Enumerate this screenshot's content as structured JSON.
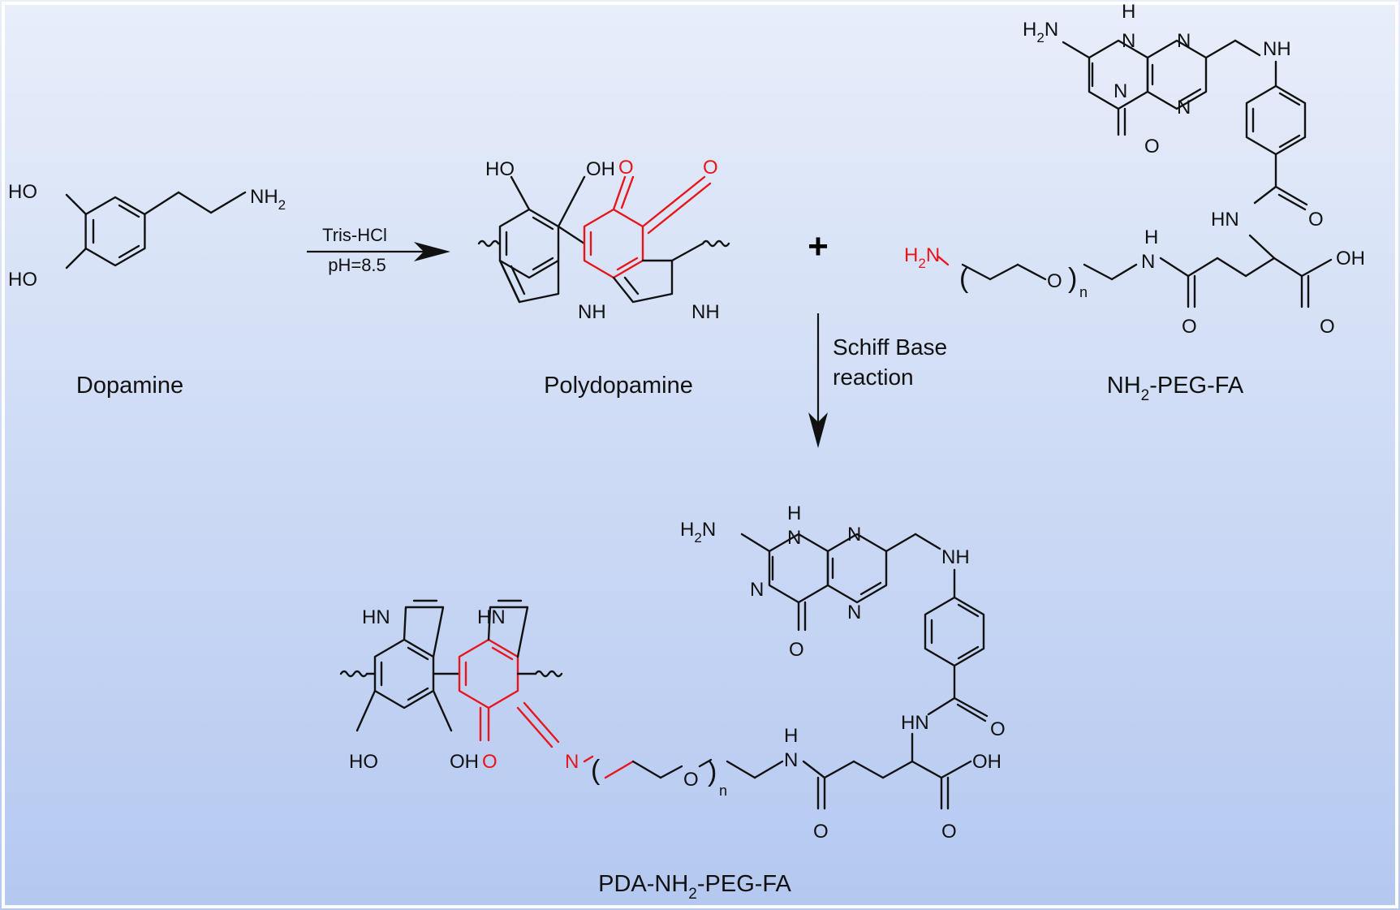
{
  "labels": {
    "dopamine": "Dopamine",
    "polydopamine": "Polydopamine",
    "nh2_peg_fa": {
      "pre": "NH",
      "sub": "2",
      "post": "-PEG-FA"
    },
    "pda_nh2_peg_fa": {
      "pre": "PDA-NH",
      "sub": "2",
      "post": "-PEG-FA"
    },
    "plus": "+"
  },
  "conditions": {
    "step1_top": "Tris-HCl",
    "step1_bottom": "pH=8.5",
    "step2_line1": "Schiff Base",
    "step2_line2": "reaction"
  },
  "atoms": {
    "HO": "HO",
    "OH": "OH",
    "O": "O",
    "N": "N",
    "NH": "NH",
    "HN": "HN",
    "H": "H",
    "n": "n",
    "H2N": {
      "pre": "H",
      "sub": "2",
      "post": "N"
    },
    "NH2": {
      "pre": "NH",
      "sub": "2"
    },
    "paren_open": "(",
    "paren_close": ")"
  },
  "colors": {
    "background_top": "#e8eefa",
    "background_bottom": "#b4c8f0",
    "bond": "#111111",
    "highlight_red": "#e8151b"
  }
}
